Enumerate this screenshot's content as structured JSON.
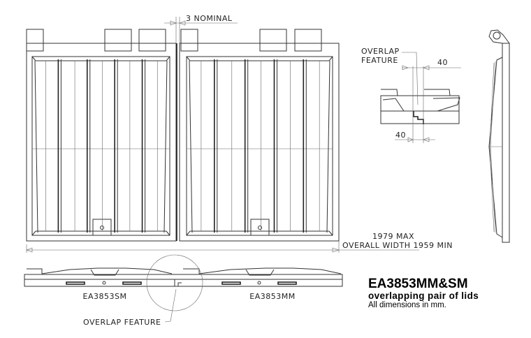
{
  "drawing": {
    "dim_gap": "3 NOMINAL",
    "dim_max": "1979 MAX",
    "dim_overall": "OVERALL WIDTH 1959 MIN",
    "detail_label_line1": "OVERLAP",
    "detail_label_line2": "FEATURE",
    "detail_dim_top": "40",
    "detail_dim_bottom": "40",
    "side_label_left": "EA3853SM",
    "side_label_right": "EA3853MM",
    "overlap_label": "OVERLAP FEATURE"
  },
  "title_block": {
    "title": "EA3853MM&SM",
    "subtitle": "overlapping pair of lids",
    "note": "All dimensions in mm."
  }
}
